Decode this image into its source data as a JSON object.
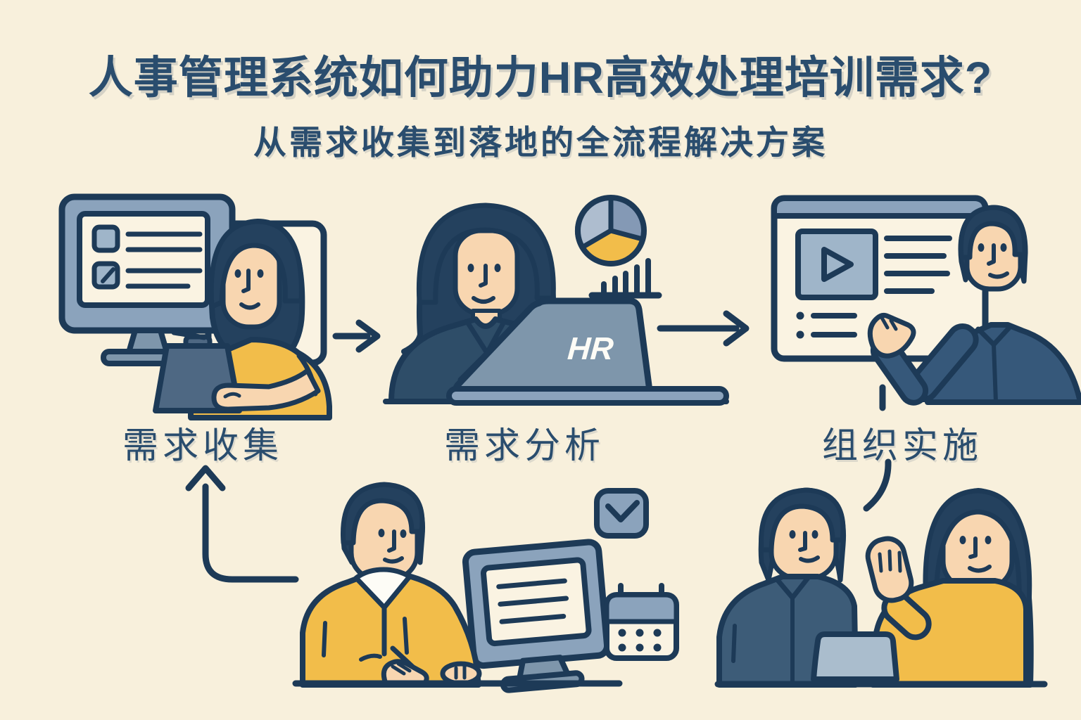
{
  "header": {
    "title": "人事管理系统如何助力HR高效处理培训需求?",
    "subtitle": "从需求收集到落地的全流程解决方案"
  },
  "flow": {
    "steps": [
      {
        "id": "collect",
        "label": "需求收集"
      },
      {
        "id": "analyze",
        "label": "需求分析"
      },
      {
        "id": "implement",
        "label": "组织实施"
      }
    ],
    "laptop_badge": "HR"
  },
  "icons": [
    "monitor-checklist-icon",
    "clipboard-icon",
    "arrow-right-icon",
    "pie-chart-icon",
    "bar-chart-icon",
    "laptop-icon",
    "presentation-screen-icon",
    "play-icon",
    "curved-arrow-up-icon",
    "checkbox-check-icon",
    "calendar-icon",
    "dash-connector-icon",
    "raised-hand-icon"
  ],
  "colors": {
    "bg": "#f8f0dc",
    "ink": "#2a4d6e",
    "navy": "#1d3a57",
    "cream": "#faf3e2",
    "frame": "#8ba3bc",
    "panel": "#9fb5c9",
    "mid": "#7e96ab",
    "slate": "#4e6883",
    "lap2": "#aabdcd",
    "yellow": "#f2bd4a",
    "skin": "#f8d6b0",
    "hair": "#24415e",
    "blazer": "#2e4d68",
    "shirt3": "#36587a",
    "shirt5": "#3d5c78",
    "pie1": "#aebdcf",
    "pie2": "#8499b5",
    "white": "#fdfcf6"
  }
}
